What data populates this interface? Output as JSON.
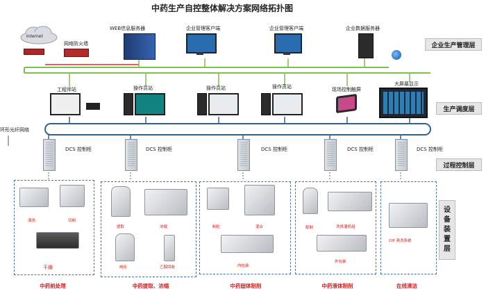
{
  "title": "中药生产自控整体解决方案网络拓扑图",
  "top": {
    "internet": "Internet",
    "firewall": "网络防火墙",
    "web_server": "WEB信息服务器",
    "client1": "企业管理客户端",
    "client2": "企业管理客户端",
    "data_server": "企业数据服务器"
  },
  "stations": {
    "engineer": "工程师站",
    "op1": "操作员站",
    "op2": "操作员站",
    "op3": "操作员站",
    "touch": "现场控制触屏",
    "big_screen": "大屏幕显示"
  },
  "ring_label": "环形光纤网络",
  "dcs": [
    "DCS 控制柜",
    "DCS 控制柜",
    "DCS 控制柜",
    "DCS 控制柜",
    "DCS 控制柜"
  ],
  "layers": {
    "management": "企业生产管理层",
    "scheduling": "生产调度层",
    "control": "过程控制层",
    "equipment": [
      "设",
      "备",
      "装",
      "置",
      "层"
    ]
  },
  "equipment_labels": {
    "g1": [
      "清洗",
      "切制",
      "干燥"
    ],
    "g2": [
      "提取",
      "浓缩",
      "纯化",
      "乙醇回收"
    ],
    "g3": [
      "制粒",
      "混合",
      "内包装"
    ],
    "g4": [
      "配制",
      "洗烘灌机组",
      "外包装"
    ],
    "g5": [
      "CIP 清洗系统"
    ]
  },
  "categories": [
    "中药前处理",
    "中药提取、浓缩",
    "中药固体制剂",
    "中药液体制剂",
    "在线清洁"
  ],
  "colors": {
    "trunk_green": "#7cc14a",
    "red_line": "#d03030",
    "ring_blue": "#2f5f9e",
    "label_red": "#d02020"
  }
}
